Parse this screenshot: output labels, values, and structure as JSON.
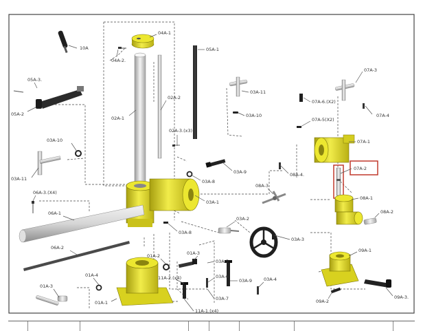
{
  "colors": {
    "part_yellow": "#e6e22e",
    "part_yellow_dark": "#b7ae12",
    "part_gray": "#cfcfcf",
    "part_dark": "#2b2b2b",
    "highlight_box": "#c0392b"
  },
  "callouts": [
    {
      "id": "10A",
      "text": "10A"
    },
    {
      "id": "04A-1",
      "text": "04A-1"
    },
    {
      "id": "04A-2",
      "text": "04A-2."
    },
    {
      "id": "05A-1",
      "text": "05A-1"
    },
    {
      "id": "05A-3",
      "text": "05A-3."
    },
    {
      "id": "05A-2",
      "text": "05A-2"
    },
    {
      "id": "02A-1",
      "text": "02A-1"
    },
    {
      "id": "02A-2",
      "text": "02A-2"
    },
    {
      "id": "02A-3",
      "text": "02A-3.(x3)"
    },
    {
      "id": "03A-11a",
      "text": "03A-11"
    },
    {
      "id": "03A-10a",
      "text": "03A-10"
    },
    {
      "id": "07A-3",
      "text": "07A-3"
    },
    {
      "id": "07A-6",
      "text": "07A-6.(X2)"
    },
    {
      "id": "07A-4",
      "text": "07A-4"
    },
    {
      "id": "07A-5",
      "text": "07A-5(X2)"
    },
    {
      "id": "07A-1",
      "text": "07A-1"
    },
    {
      "id": "07A-2",
      "text": "07A-2"
    },
    {
      "id": "08A-4",
      "text": "08A-4."
    },
    {
      "id": "08A-3",
      "text": "08A-3"
    },
    {
      "id": "08A-1",
      "text": "08A-1"
    },
    {
      "id": "08A-2",
      "text": "08A-2"
    },
    {
      "id": "03A-10b",
      "text": "03A-10"
    },
    {
      "id": "03A-11b",
      "text": "03A-11"
    },
    {
      "id": "03A-9a",
      "text": "03A-9"
    },
    {
      "id": "03A-8a",
      "text": "03A-8"
    },
    {
      "id": "03A-1",
      "text": "03A-1"
    },
    {
      "id": "06A-3",
      "text": "06A-3.(X4)"
    },
    {
      "id": "06A-1",
      "text": "06A-1"
    },
    {
      "id": "06A-2",
      "text": "06A-2"
    },
    {
      "id": "03A-8b",
      "text": "03A-8"
    },
    {
      "id": "03A-2",
      "text": "03A-2"
    },
    {
      "id": "03A-3",
      "text": "03A-3"
    },
    {
      "id": "09A-1",
      "text": "09A-1"
    },
    {
      "id": "01A-2",
      "text": "01A-2"
    },
    {
      "id": "01A-3a",
      "text": "01A-3"
    },
    {
      "id": "03A-5",
      "text": "03A-5"
    },
    {
      "id": "01A-4",
      "text": "01A-4"
    },
    {
      "id": "11A-2",
      "text": "11A-2.(x4)"
    },
    {
      "id": "03A-6",
      "text": "03A-6"
    },
    {
      "id": "03A-9b",
      "text": "03A-9"
    },
    {
      "id": "03A-4",
      "text": "03A-4"
    },
    {
      "id": "01A-3b",
      "text": "01A-3"
    },
    {
      "id": "03A-7",
      "text": "03A-7"
    },
    {
      "id": "01A-1",
      "text": "01A-1"
    },
    {
      "id": "11A-1",
      "text": "11A-1.(x4)"
    },
    {
      "id": "09A-2",
      "text": "09A-2"
    },
    {
      "id": "09A-3",
      "text": "09A-3."
    }
  ]
}
